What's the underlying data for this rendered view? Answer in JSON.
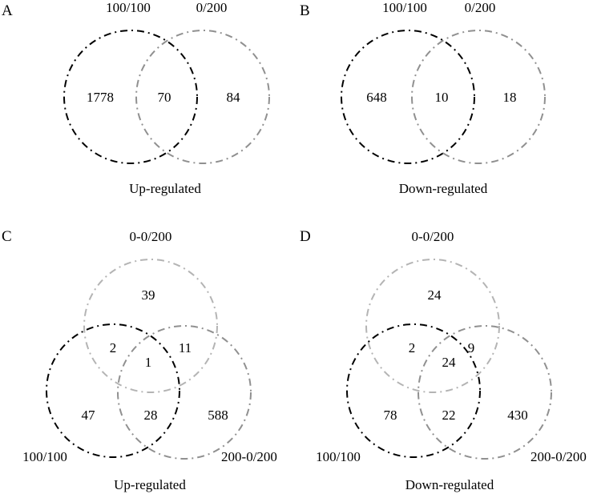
{
  "colors": {
    "background": "#ffffff",
    "set_100_100": "#000000",
    "set_0_200": "#909090",
    "set_0_0_200": "#b4b4b4",
    "set_200_0_200": "#909090"
  },
  "panels": {
    "A": {
      "letter": "A",
      "caption": "Up-regulated",
      "sets": {
        "left": "100/100",
        "right": "0/200"
      },
      "counts": {
        "left_only": "1778",
        "both": "70",
        "right_only": "84"
      }
    },
    "B": {
      "letter": "B",
      "caption": "Down-regulated",
      "sets": {
        "left": "100/100",
        "right": "0/200"
      },
      "counts": {
        "left_only": "648",
        "both": "10",
        "right_only": "18"
      }
    },
    "C": {
      "letter": "C",
      "caption": "Up-regulated",
      "sets": {
        "top": "0-0/200",
        "left": "100/100",
        "right": "200-0/200"
      },
      "counts": {
        "top_only": "39",
        "top_left": "2",
        "top_right": "11",
        "all_three": "1",
        "left_only": "47",
        "left_right": "28",
        "right_only": "588"
      }
    },
    "D": {
      "letter": "D",
      "caption": "Down-regulated",
      "sets": {
        "top": "0-0/200",
        "left": "100/100",
        "right": "200-0/200"
      },
      "counts": {
        "top_only": "24",
        "top_left": "2",
        "top_right": "9",
        "all_three": "24",
        "left_only": "78",
        "left_right": "22",
        "right_only": "430"
      }
    }
  }
}
